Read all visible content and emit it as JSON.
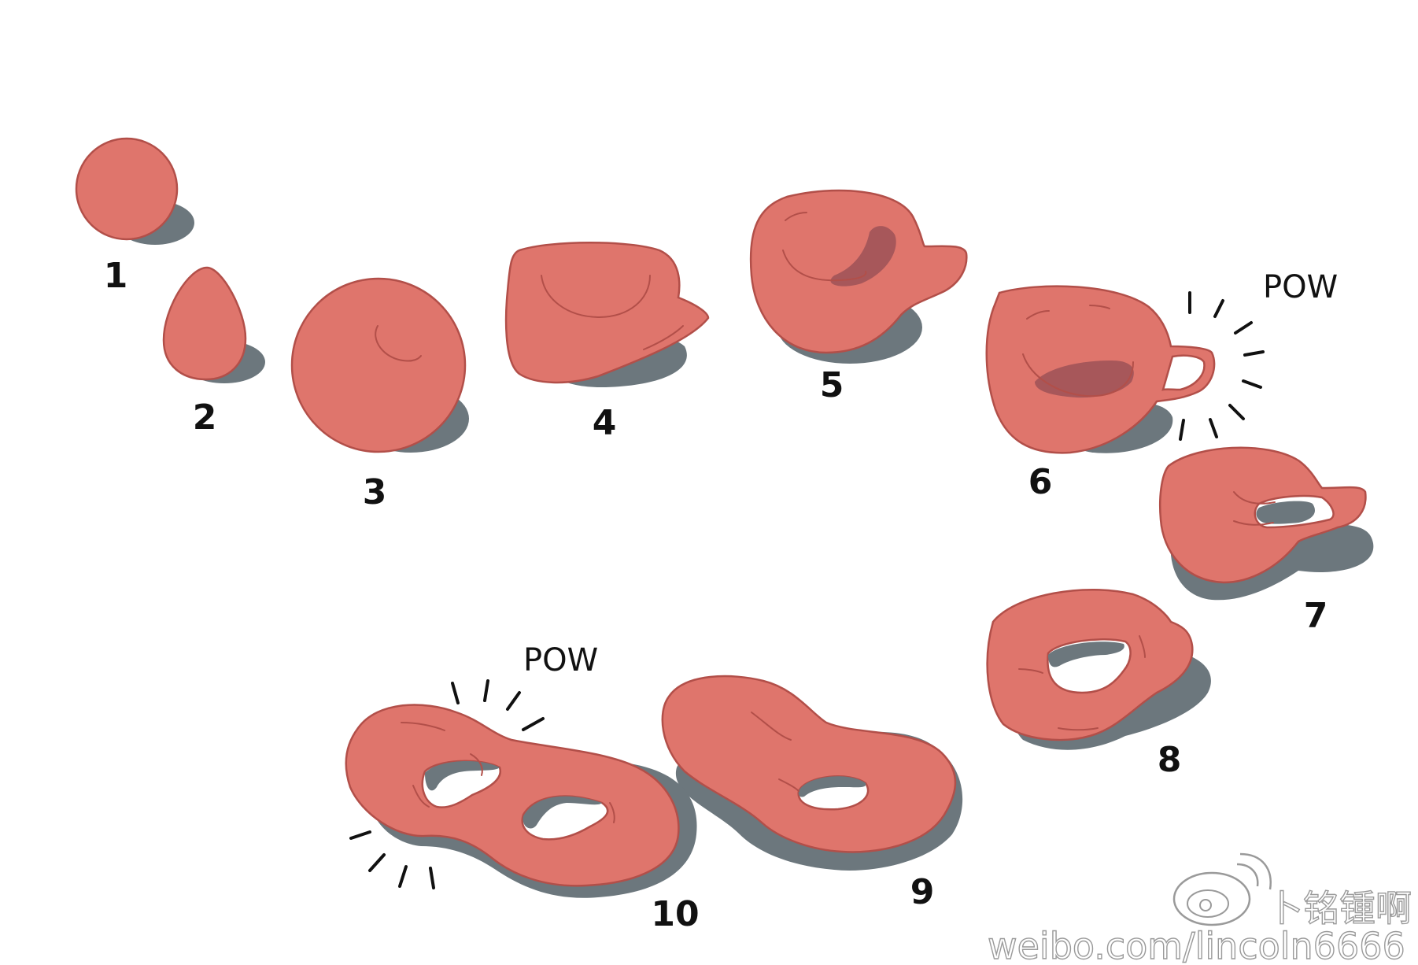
{
  "colors": {
    "body": "#df756c",
    "outline": "#b24f49",
    "shadow": "#6c777d",
    "inner": "#a7575a",
    "line": "#111111"
  },
  "steps": [
    {
      "label": "1"
    },
    {
      "label": "2"
    },
    {
      "label": "3"
    },
    {
      "label": "4"
    },
    {
      "label": "5"
    },
    {
      "label": "6"
    },
    {
      "label": "7"
    },
    {
      "label": "8"
    },
    {
      "label": "9"
    },
    {
      "label": "10"
    }
  ],
  "sound_effects": [
    "POW",
    "POW"
  ],
  "watermark": {
    "name": "卜铭锺啊",
    "url": "weibo.com/lincoln6666"
  }
}
